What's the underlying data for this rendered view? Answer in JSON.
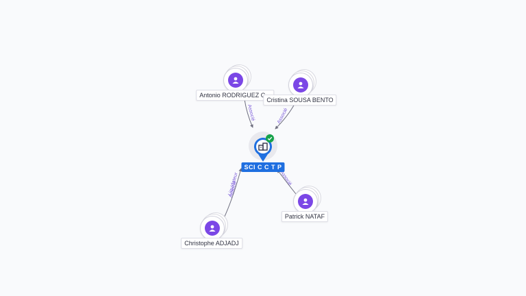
{
  "company": {
    "name": "SCI C C T P",
    "status": "active",
    "icon": "building-icon",
    "status_icon": "check-icon"
  },
  "people": [
    {
      "id": "rodriguez",
      "name": "Antonio RODRIGUEZ C...",
      "roles": [
        "Associé"
      ]
    },
    {
      "id": "sousa",
      "name": "Cristina SOUSA BENTO",
      "roles": [
        "Associé"
      ]
    },
    {
      "id": "adjadj",
      "name": "Christophe ADJADJ",
      "roles": [
        "Liquidateur",
        "Associé"
      ]
    },
    {
      "id": "nataf",
      "name": "Patrick NATAF",
      "roles": [
        "Associé"
      ]
    }
  ],
  "colors": {
    "accent": "#1f6fe0",
    "person": "#7b47e6",
    "edge": "#6f6f80",
    "edge_label": "#7a5ad8",
    "status": "#16a34a"
  }
}
